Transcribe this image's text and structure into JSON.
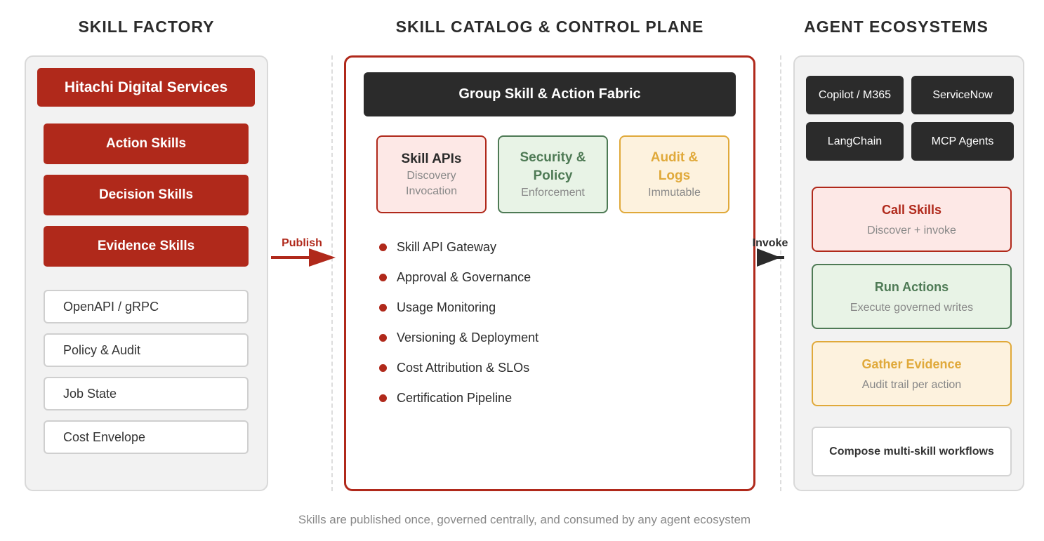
{
  "headers": {
    "factory": "SKILL FACTORY",
    "catalog": "SKILL CATALOG & CONTROL PLANE",
    "ecosystems": "AGENT ECOSYSTEMS"
  },
  "factory": {
    "org": "Hitachi Digital Services",
    "skills": [
      "Action Skills",
      "Decision Skills",
      "Evidence Skills"
    ],
    "capabilities": [
      "OpenAPI / gRPC",
      "Policy & Audit",
      "Job State",
      "Cost Envelope"
    ]
  },
  "arrows": {
    "publish": "Publish",
    "invoke": "Invoke"
  },
  "catalog": {
    "fabric": "Group Skill & Action Fabric",
    "cards": [
      {
        "title": "Skill APIs",
        "sub": "Discovery\nInvocation"
      },
      {
        "title": "Security &\nPolicy",
        "sub": "Enforcement"
      },
      {
        "title": "Audit &\nLogs",
        "sub": "Immutable"
      }
    ],
    "bullets": [
      "Skill API Gateway",
      "Approval & Governance",
      "Usage Monitoring",
      "Versioning & Deployment",
      "Cost Attribution & SLOs",
      "Certification Pipeline"
    ]
  },
  "ecosystems": {
    "agents": [
      "Copilot / M365",
      "ServiceNow",
      "LangChain",
      "MCP Agents"
    ],
    "capabilities": [
      {
        "title": "Call Skills",
        "sub": "Discover + invoke"
      },
      {
        "title": "Run Actions",
        "sub": "Execute governed writes"
      },
      {
        "title": "Gather Evidence",
        "sub": "Audit trail per action"
      }
    ],
    "compose": "Compose multi-skill workflows"
  },
  "footer": "Skills are published once, governed centrally, and consumed by any agent ecosystem",
  "colors": {
    "red": "#b0291b",
    "dark": "#2b2b2b",
    "green": "#4e7a55",
    "amber": "#e0a93a"
  }
}
